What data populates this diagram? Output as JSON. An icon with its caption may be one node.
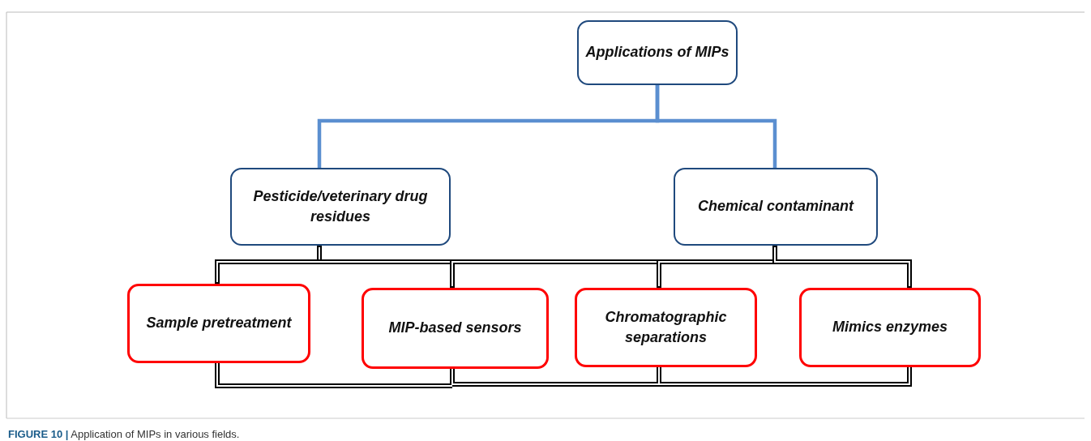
{
  "diagram": {
    "caption": "**FIGURE 10 |** Application of MIPs in various fields.",
    "nodes": [
      {
        "text": [
          "Applications of MIPs"
        ]
      },
      {
        "text": [
          "Pesticide/veterinary drug residues"
        ]
      },
      {
        "text": [
          "Chemical contaminant"
        ]
      },
      {
        "text": [
          "Sample pretreatment"
        ]
      },
      {
        "text": [
          "MIP-based sensors"
        ]
      },
      {
        "text": [
          "Chromatographic separations"
        ]
      },
      {
        "text": [
          "Mimics enzymes"
        ]
      }
    ],
    "edges": [
      {
        "from": 0,
        "to": 1,
        "arrow": "none",
        "color": "#5b8fd0"
      },
      {
        "from": 0,
        "to": 2,
        "arrow": "none",
        "color": "#5b8fd0"
      },
      {
        "from": 1,
        "to": 3,
        "arrow": "none"
      },
      {
        "from": 1,
        "to": 4,
        "arrow": "none"
      },
      {
        "from": 1,
        "to": 5,
        "arrow": "none"
      },
      {
        "from": 1,
        "to": 6,
        "arrow": "none"
      },
      {
        "from": 2,
        "to": 3,
        "arrow": "none"
      },
      {
        "from": 2,
        "to": 4,
        "arrow": "none"
      },
      {
        "from": 2,
        "to": 5,
        "arrow": "none"
      },
      {
        "from": 2,
        "to": 6,
        "arrow": "none"
      }
    ]
  }
}
